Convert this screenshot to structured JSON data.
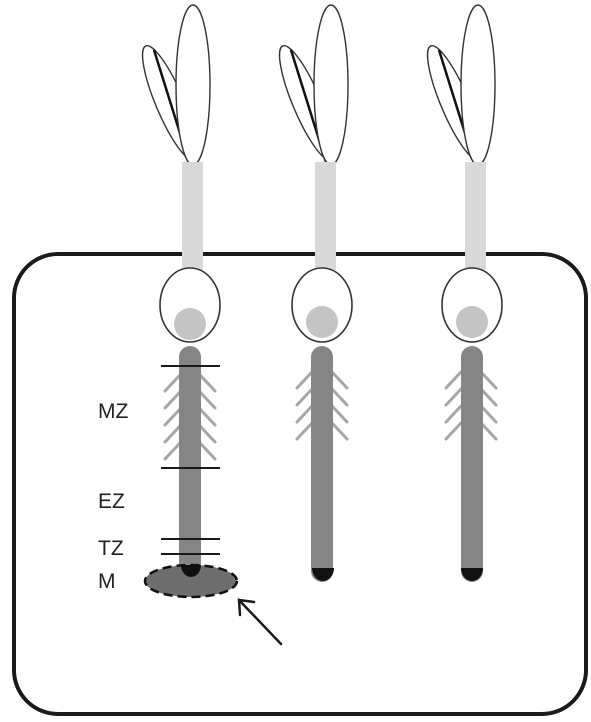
{
  "diagram": {
    "zone_labels": {
      "mz": "MZ",
      "ez": "EZ",
      "tz": "TZ",
      "m": "M"
    },
    "colors": {
      "background": "#ffffff",
      "outline": "#1a1a1a",
      "stem": "#d9d9d9",
      "root": "#858585",
      "root_hair": "#a6a6a6",
      "seed_core": "#c4c4c4",
      "root_tip": "#111111",
      "highlight_fill": "#6e6e6e"
    },
    "seedling_count": 3
  }
}
